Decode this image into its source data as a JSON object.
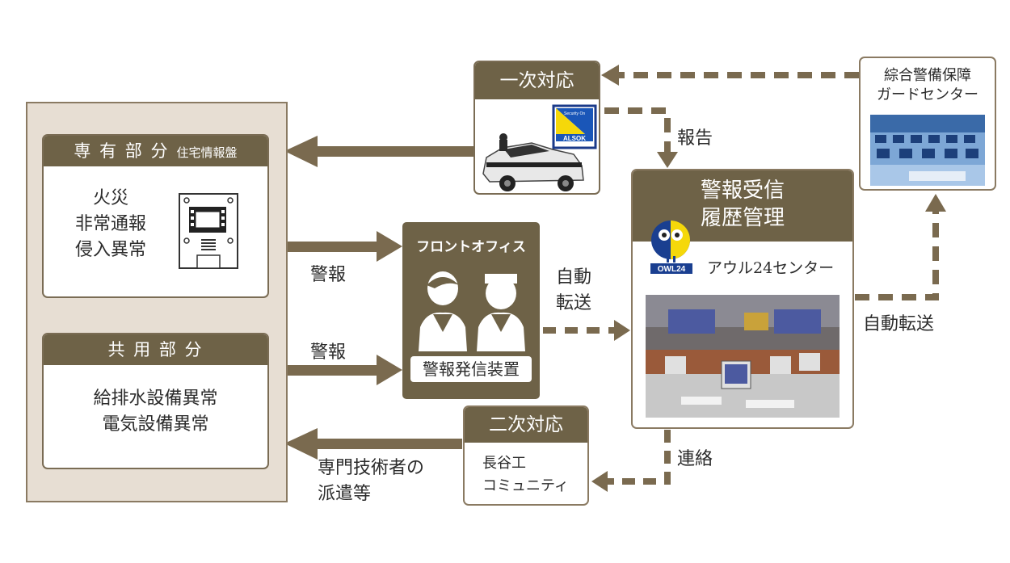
{
  "left_panel": {
    "private": {
      "header_main": "専 有 部 分",
      "header_sub": "住宅情報盤",
      "items": [
        "火災",
        "非常通報",
        "侵入異常"
      ]
    },
    "common": {
      "header": "共 用 部 分",
      "items": [
        "給排水設備異常",
        "電気設備異常"
      ]
    }
  },
  "primary_response": {
    "title": "一次対応",
    "logo_text": "ALSOK",
    "logo_small": "Security On"
  },
  "guard_center": {
    "title_line1": "綜合警備保障",
    "title_line2": "ガードセンター"
  },
  "front_office": {
    "title": "フロントオフィス",
    "device_label": "警報発信装置"
  },
  "owl_center": {
    "title_line1": "警報受信",
    "title_line2": "履歴管理",
    "logo_text": "OWL24",
    "name": "アウル24センター"
  },
  "secondary_response": {
    "title": "二次対応",
    "body_line1": "長谷工",
    "body_line2": "コミュニティ"
  },
  "labels": {
    "alarm1": "警報",
    "alarm2": "警報",
    "auto_transfer_line1": "自動",
    "auto_transfer_line2": "転送",
    "auto_transfer_right": "自動転送",
    "report": "報告",
    "contact": "連絡",
    "dispatch_line1": "専門技術者の",
    "dispatch_line2": "派遣等"
  },
  "colors": {
    "brown": "#6e6247",
    "arrow": "#7a6a4f",
    "panel_bg": "#e7ded3"
  }
}
